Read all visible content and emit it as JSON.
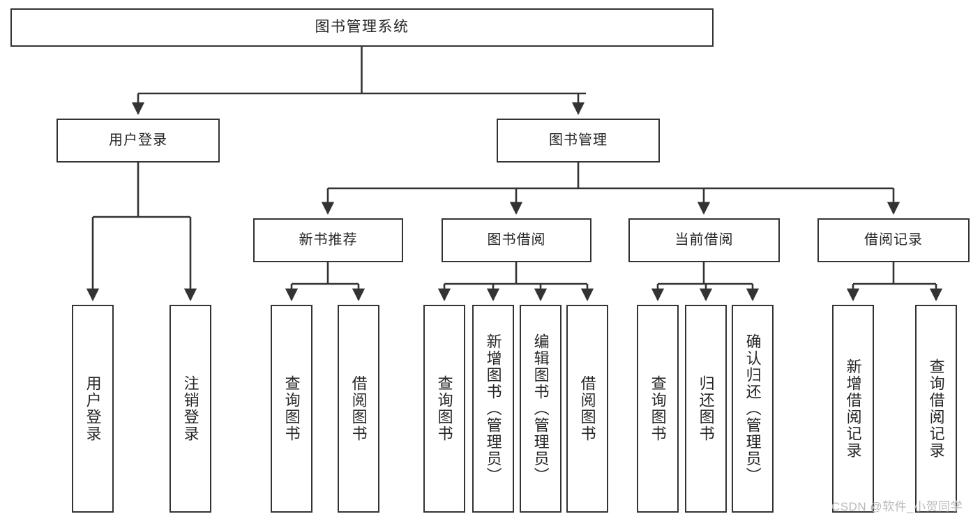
{
  "diagram": {
    "title": "图书管理系统",
    "type": "tree-structure-chart",
    "root": {
      "label": "图书管理系统"
    },
    "level2": [
      {
        "label": "用户登录"
      },
      {
        "label": "图书管理"
      }
    ],
    "level3": [
      {
        "label": "新书推荐"
      },
      {
        "label": "图书借阅"
      },
      {
        "label": "当前借阅"
      },
      {
        "label": "借阅记录"
      }
    ],
    "leaves": {
      "user_login": [
        {
          "label": "用户登录"
        },
        {
          "label": "注销登录"
        }
      ],
      "new_book_recommend": [
        {
          "label": "查询图书"
        },
        {
          "label": "借阅图书"
        }
      ],
      "book_borrow": [
        {
          "label": "查询图书"
        },
        {
          "label": "新增图书（管理员）"
        },
        {
          "label": "编辑图书（管理员）"
        },
        {
          "label": "借阅图书"
        }
      ],
      "current_borrow": [
        {
          "label": "查询图书"
        },
        {
          "label": "归还图书"
        },
        {
          "label": "确认归还（管理员）"
        }
      ],
      "borrow_record": [
        {
          "label": "新增借阅记录"
        },
        {
          "label": "查询借阅记录"
        }
      ]
    }
  },
  "watermark": {
    "text": "CSDN @软件_小贺同学"
  },
  "colors": {
    "box_border": "#333333",
    "box_fill": "#ffffff",
    "edge": "#333333",
    "text": "#262626",
    "watermark": "#b9b9b9"
  }
}
